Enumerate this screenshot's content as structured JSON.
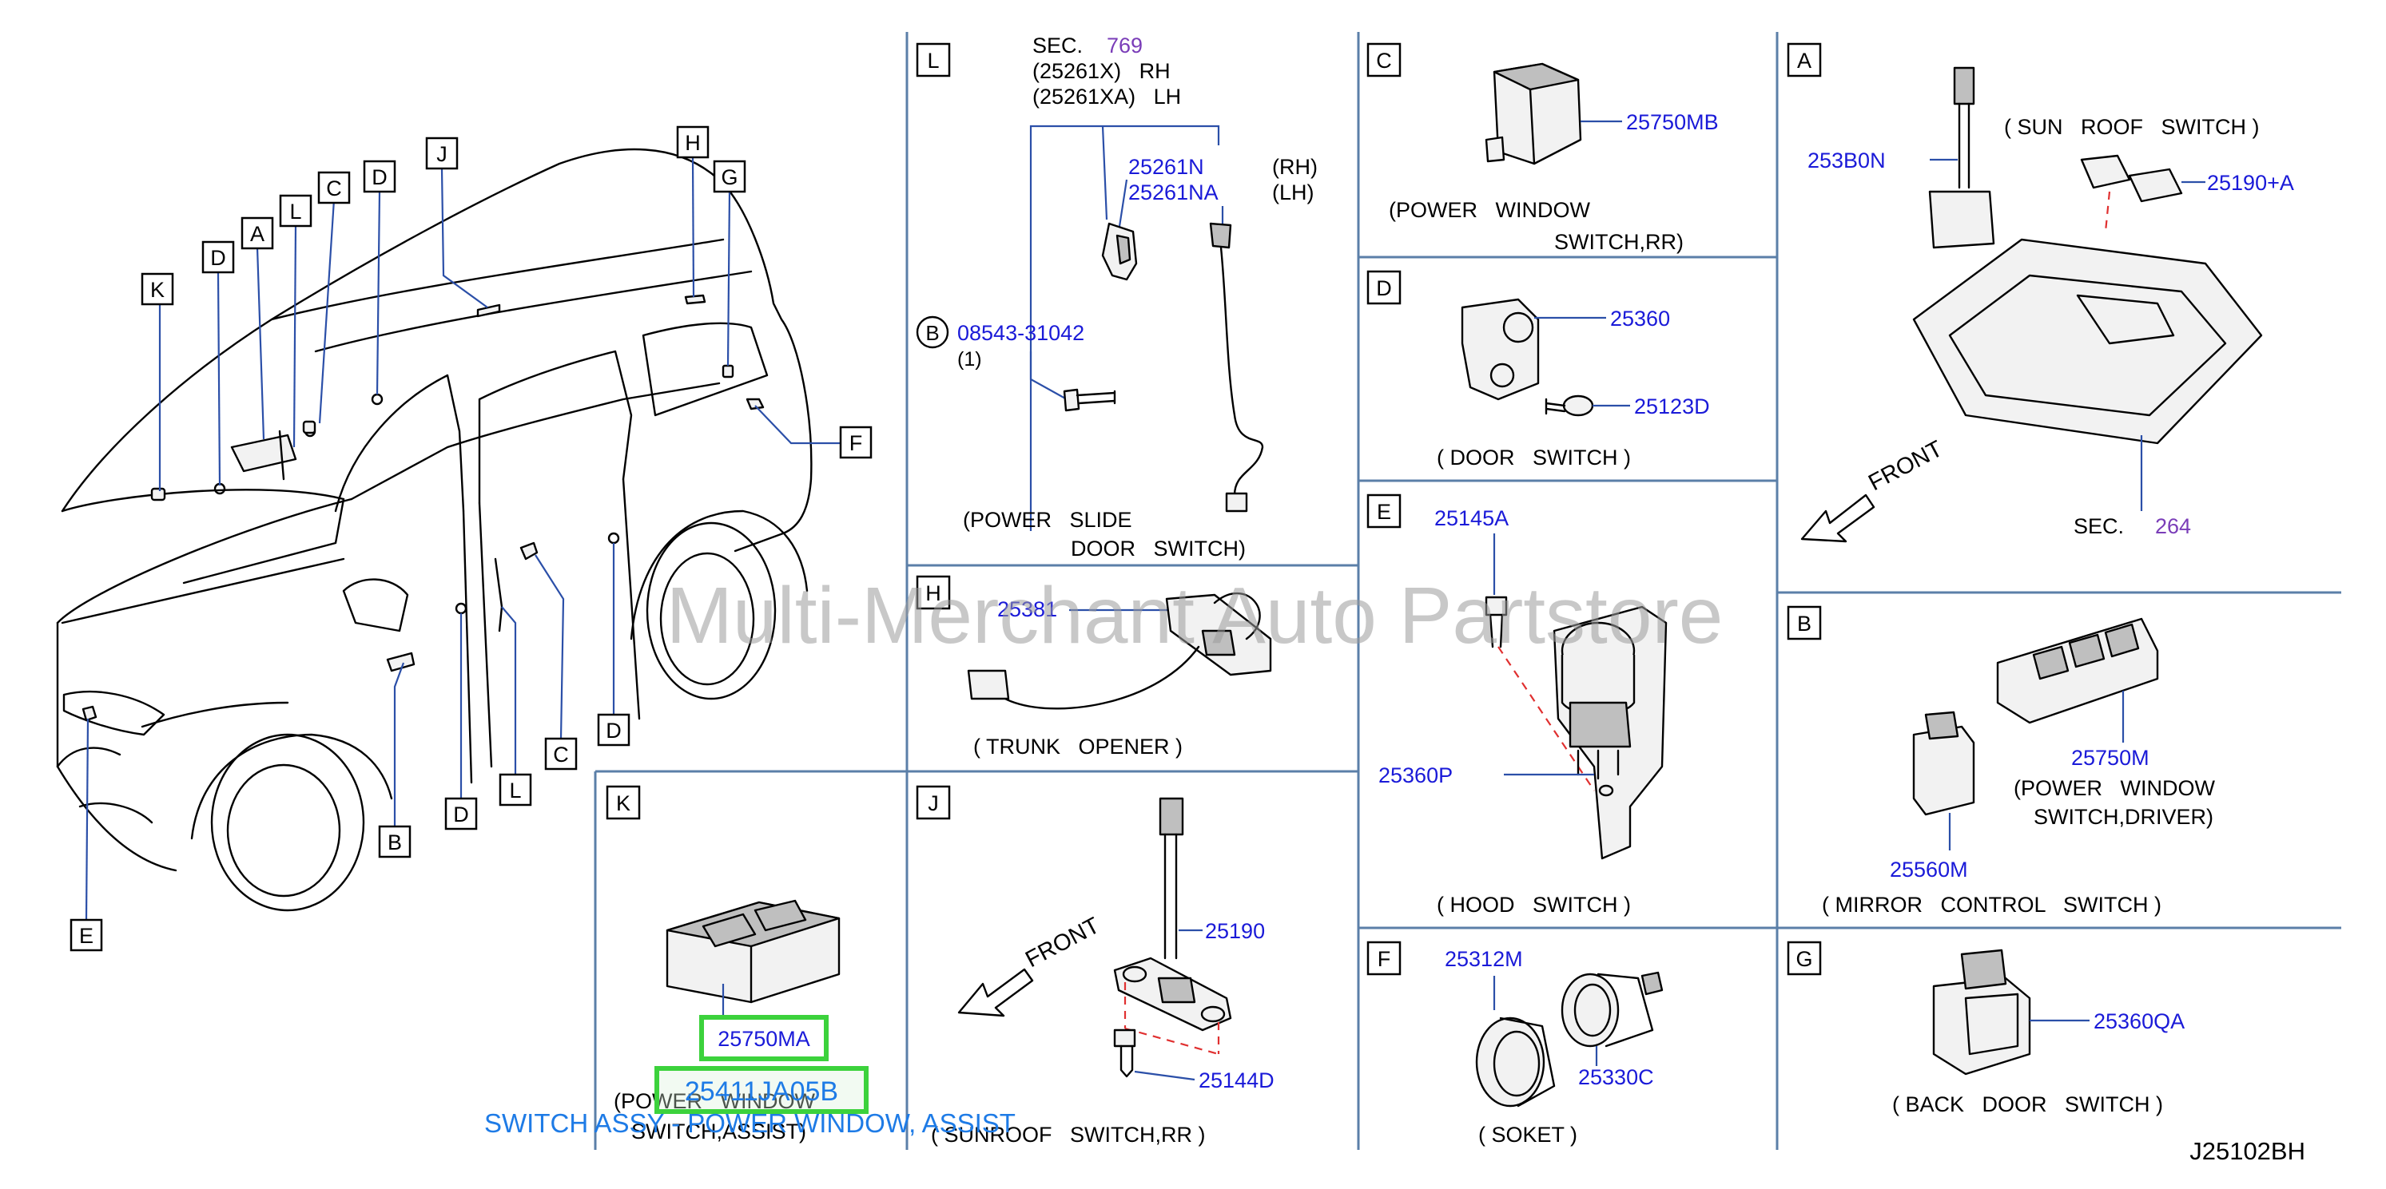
{
  "diagram_code": "J25102BH",
  "watermark": "Multi-Merchant Auto Partstore",
  "overlay": {
    "part_number": "25411JA05B",
    "description": "SWITCH ASSY - POWER WINDOW, ASSIST"
  },
  "callouts": {
    "K": "K",
    "D": "D",
    "A": "A",
    "L": "L",
    "C": "C",
    "J": "J",
    "H": "H",
    "G": "G",
    "F": "F",
    "E": "E",
    "B": "B"
  },
  "panels": {
    "L": {
      "letter": "L",
      "sec_prefix": "SEC.",
      "sec_number": "769",
      "ref1": "(25261X)   RH",
      "ref2": "(25261XA)   LH",
      "part1": "25261N",
      "part1_side": "(RH)",
      "part2": "25261NA",
      "part2_side": "(LH)",
      "bolt_marker": "B",
      "bolt_part": "08543-31042",
      "bolt_qty": "(1)",
      "caption_line1": "(POWER   SLIDE",
      "caption_line2": "DOOR   SWITCH)"
    },
    "C": {
      "letter": "C",
      "part": "25750MB",
      "caption_line1": "(POWER   WINDOW",
      "caption_line2": "SWITCH,RR)"
    },
    "A": {
      "letter": "A",
      "part1": "253B0N",
      "part2": "25190+A",
      "caption": "( SUN   ROOF   SWITCH )",
      "front": "FRONT",
      "sec_prefix": "SEC.",
      "sec_number": "264"
    },
    "D": {
      "letter": "D",
      "part1": "25360",
      "part2": "25123D",
      "caption": "( DOOR   SWITCH )"
    },
    "H": {
      "letter": "H",
      "part": "25381",
      "caption": "( TRUNK   OPENER )"
    },
    "E": {
      "letter": "E",
      "part1": "25145A",
      "part2": "25360P",
      "caption": "( HOOD   SWITCH )"
    },
    "B": {
      "letter": "B",
      "part1": "25750M",
      "caption_line1": "(POWER   WINDOW",
      "caption_line2": "SWITCH,DRIVER)",
      "part2": "25560M",
      "caption2": "( MIRROR   CONTROL   SWITCH )"
    },
    "K": {
      "letter": "K",
      "part": "25750MA",
      "caption_line1": "(POWER   WINDOW",
      "caption_line2": "SWITCH,ASSIST)"
    },
    "J": {
      "letter": "J",
      "part1": "25190",
      "part2": "25144D",
      "front": "FRONT",
      "caption": "( SUNROOF   SWITCH,RR )"
    },
    "F": {
      "letter": "F",
      "part1": "25312M",
      "part2": "25330C",
      "caption": "( SOKET )"
    },
    "G": {
      "letter": "G",
      "part": "25360QA",
      "caption": "( BACK   DOOR   SWITCH )"
    }
  },
  "colors": {
    "part_number": "#1a1ad8",
    "section_number": "#7a3db8",
    "frame": "#5b7fa8",
    "highlight": "#3cd23c",
    "overlay_text": "#1e7be6",
    "watermark": "#9a9a9a"
  }
}
